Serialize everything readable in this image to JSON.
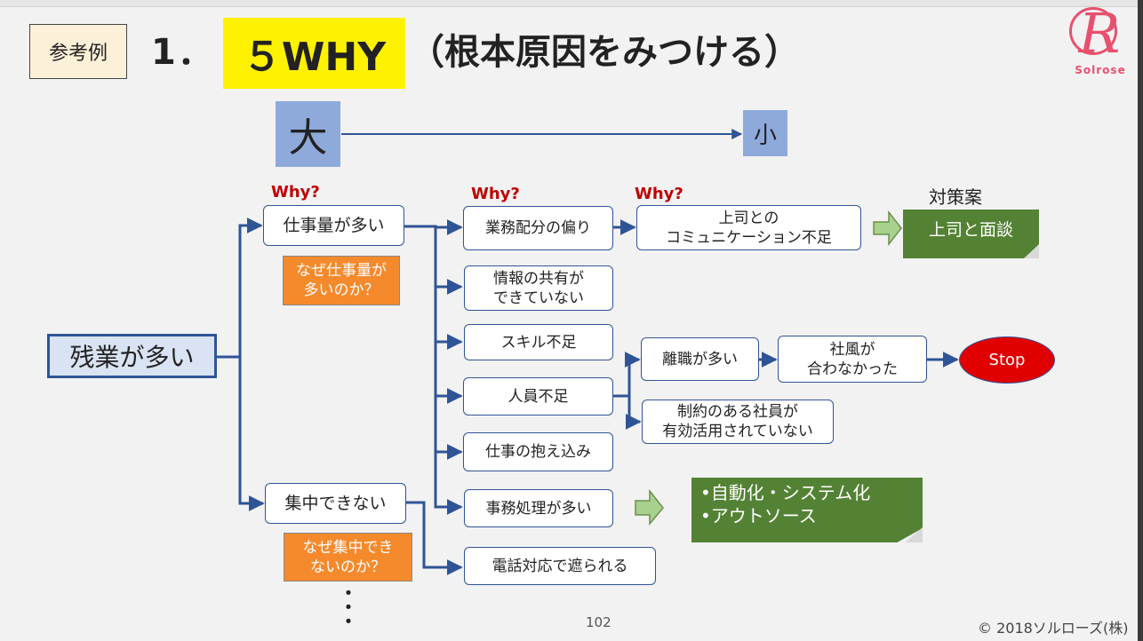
{
  "header": {
    "ref_tag": "参考例",
    "title_number": "1．",
    "title_highlight": "５WHY",
    "title_rest": "（根本原因をみつける）",
    "logo_mark": "R",
    "logo_text": "Solrose"
  },
  "scale": {
    "large": "大",
    "small": "小"
  },
  "why_labels": [
    "Why?",
    "Why?",
    "Why?"
  ],
  "countermeasure_header": "対策案",
  "root": "残業が多い",
  "level1": {
    "workload": "仕事量が多い",
    "focus": "集中できない"
  },
  "notes": {
    "workload": "なぜ仕事量が\n多いのか？",
    "focus": "なぜ集中でき\nないのか？"
  },
  "level2": {
    "bias": "業務配分の偏り",
    "sharing": "情報の共有が\nできていない",
    "skill": "スキル不足",
    "staff": "人員不足",
    "holding": "仕事の抱え込み",
    "admin": "事務処理が多い",
    "phone": "電話対応で遮られる"
  },
  "level3": {
    "communication": "上司との\nコミュニケーション不足",
    "turnover": "離職が多い",
    "constraints": "制約のある社員が\n有効活用されていない",
    "culture": "社風が\n合わなかった"
  },
  "stop_label": "Stop",
  "countermeasures": {
    "meeting": "上司と面談",
    "automation": "•自動化・システム化\n•アウトソース"
  },
  "ellipsis": "・\n・\n・",
  "footer": {
    "page_number": "102",
    "copyright": "© 2018ソルローズ(株)"
  },
  "colors": {
    "node_border": "#2f5496",
    "scale_box": "#8eaadb",
    "note_fill": "#f58a2c",
    "countermeasure_fill": "#548235",
    "why_text": "#c00000",
    "stop_fill": "#e00000",
    "title_highlight": "#fff200"
  }
}
